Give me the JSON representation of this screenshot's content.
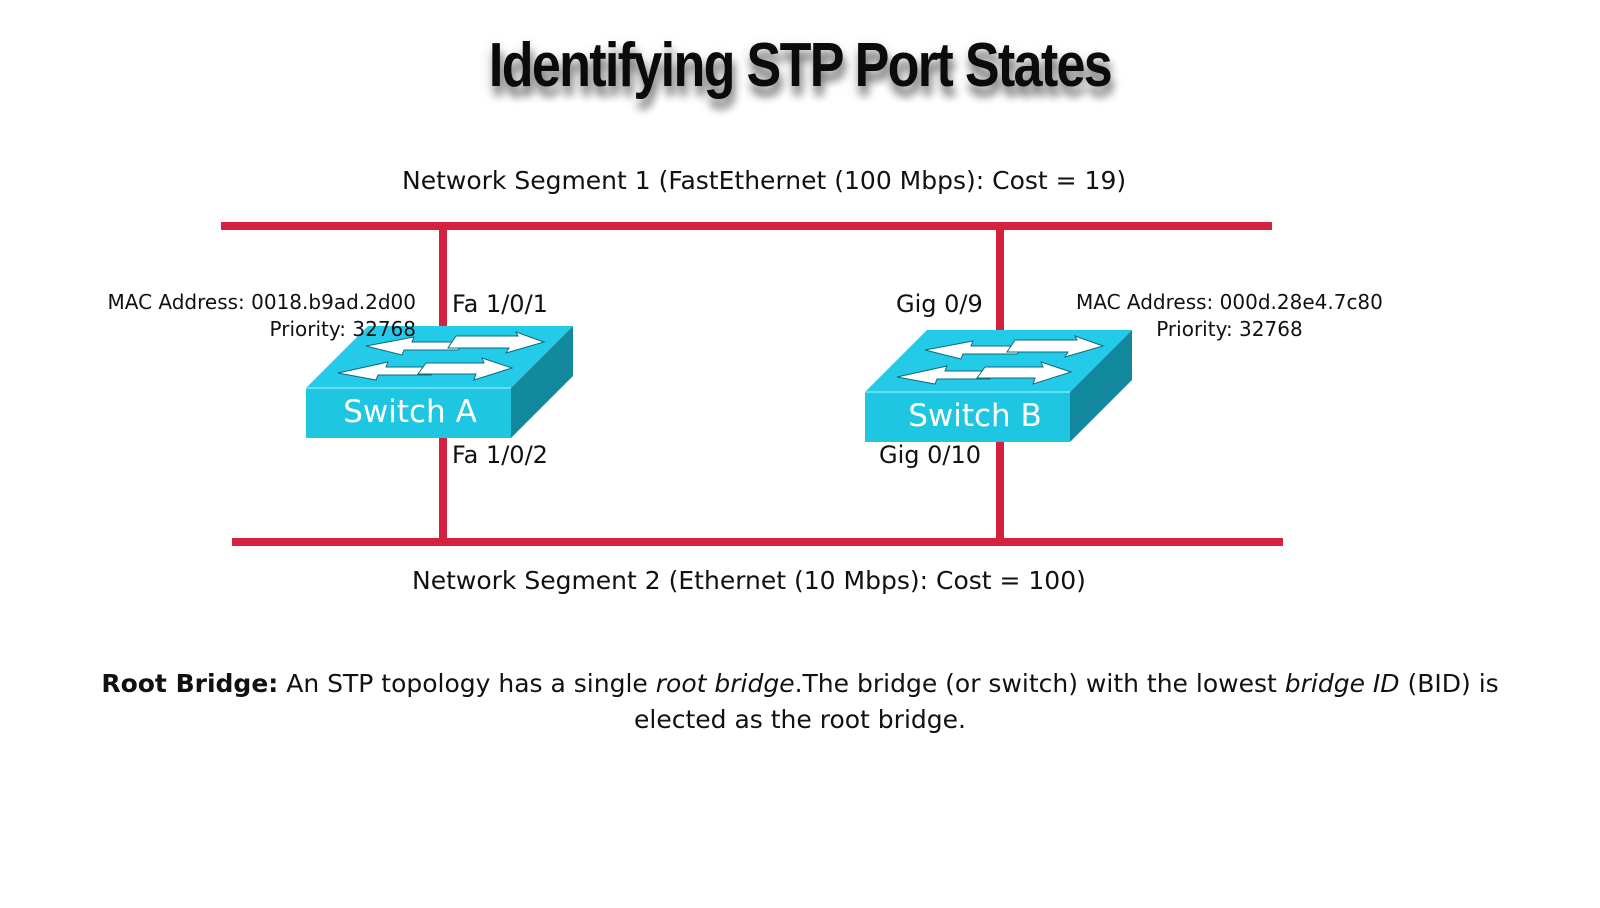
{
  "title": "Identifying STP Port States",
  "segments": {
    "seg1": "Network Segment 1 (FastEthernet (100 Mbps): Cost = 19)",
    "seg2": "Network Segment 2 (Ethernet (10 Mbps): Cost = 100)"
  },
  "switch_a": {
    "name": "Switch A",
    "mac": "MAC Address: 0018.b9ad.2d00",
    "priority": "Priority: 32768",
    "port_top": "Fa 1/0/1",
    "port_bottom": "Fa 1/0/2"
  },
  "switch_b": {
    "name": "Switch B",
    "mac": "MAC Address: 000d.28e4.7c80",
    "priority": "Priority: 32768",
    "port_top": "Gig 0/9",
    "port_bottom": "Gig 0/10"
  },
  "caption": {
    "term": "Root Bridge:",
    "part1": " An STP topology has a single ",
    "em1": "root bridge",
    "part2": ".The bridge (or switch) with the lowest ",
    "em2": "bridge ID",
    "part3": " (BID) is elected as the root bridge."
  },
  "colors": {
    "link": "#d6203f",
    "switch_front": "#1fc6e2",
    "switch_top": "#23cbe8",
    "switch_side": "#13899e",
    "arrow": "#ffffff"
  },
  "icons": {
    "switch": "network-switch-icon"
  }
}
